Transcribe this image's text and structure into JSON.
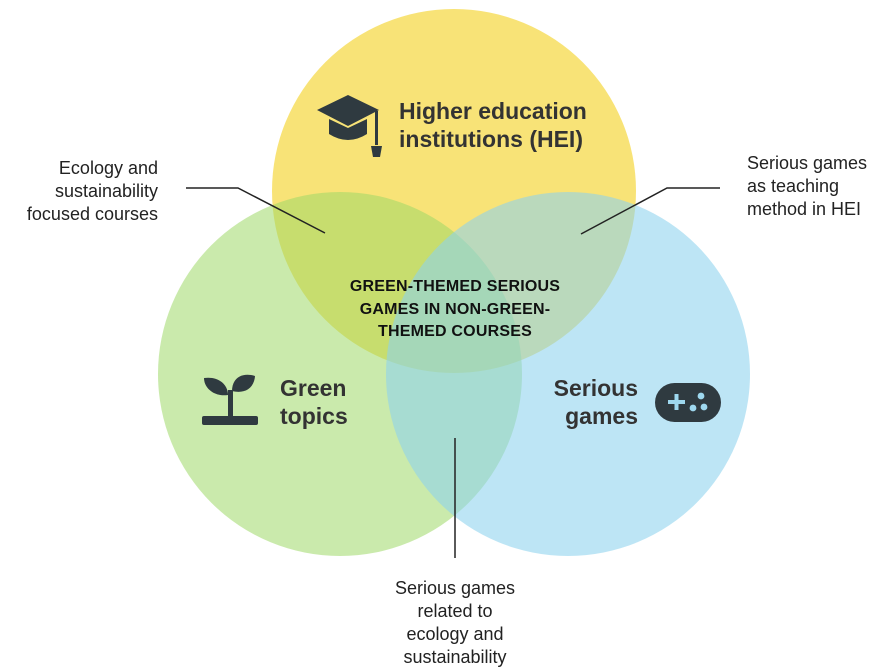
{
  "colors": {
    "hei_circle": "#F6D94A",
    "green_circle": "#9FD968",
    "games_circle": "#8ED3EE",
    "icon_dark": "#2F3A40",
    "text_dark": "#333333"
  },
  "sets": {
    "hei": {
      "lines": [
        "Higher education",
        "institutions (HEI)"
      ],
      "icon": "graduation-cap-icon"
    },
    "green": {
      "lines": [
        "Green",
        "topics"
      ],
      "icon": "sprout-icon"
    },
    "games": {
      "lines": [
        "Serious",
        "games"
      ],
      "icon": "gamepad-icon"
    }
  },
  "center": {
    "lines": [
      "GREEN-THEMED SERIOUS",
      "GAMES IN NON-GREEN-",
      "THEMED COURSES"
    ]
  },
  "callouts": {
    "hei_green": {
      "lines": [
        "Ecology and",
        "sustainability",
        "focused courses"
      ]
    },
    "hei_games": {
      "lines": [
        "Serious games",
        "as teaching",
        "method in HEI"
      ]
    },
    "green_games": {
      "lines": [
        "Serious games",
        "related to",
        "ecology and",
        "sustainability"
      ]
    }
  }
}
